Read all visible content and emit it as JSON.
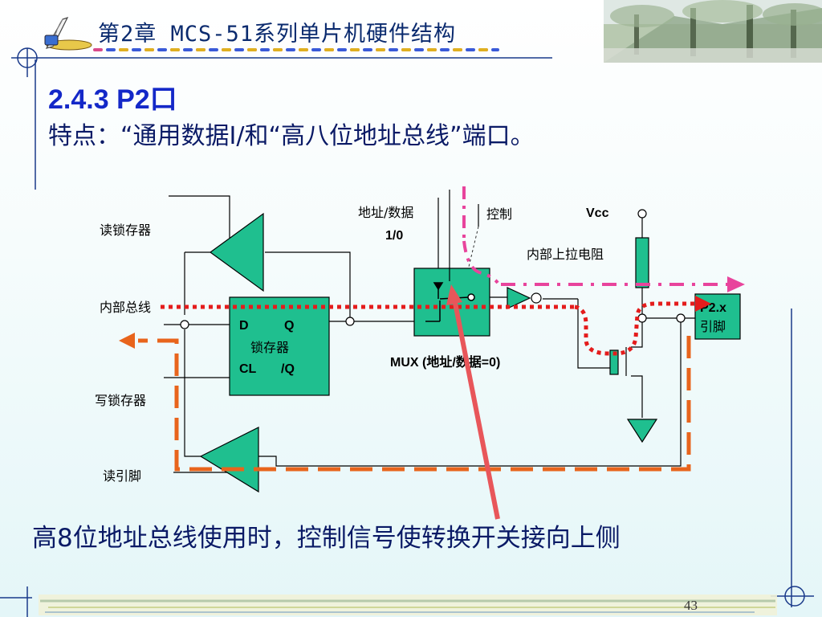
{
  "header": {
    "chapter_title": "第2章  MCS-51系列单片机硬件结构"
  },
  "section": {
    "title": "2.4.3  P2口",
    "feature_line": "特点：“通用数据I/和“高八位地址总线”端口。"
  },
  "diagram": {
    "labels": {
      "read_latch": "读锁存器",
      "internal_bus": "内部总线",
      "write_latch": "写锁存器",
      "read_pin": "读引脚",
      "addr_data_1": "地址/数据",
      "addr_data_2": "1/0",
      "control": "控制",
      "vcc": "Vcc",
      "pullup": "内部上拉电阻",
      "latch_d": "D",
      "latch_q": "Q",
      "latch_name": "锁存器",
      "latch_cl": "CL",
      "latch_qbar": "/Q",
      "mux": "MUX  (地址/数据=0)",
      "pin_1": "P2.x",
      "pin_2": "引脚"
    },
    "colors": {
      "block_fill": "#1fbf8f",
      "red_path": "#e41c1c",
      "orange_path": "#e8641c",
      "magenta_path": "#e8449c",
      "arrow": "#e8565a"
    }
  },
  "caption": "高8位地址总线使用时，控制信号使转换开关接向上侧",
  "page_number": "43"
}
